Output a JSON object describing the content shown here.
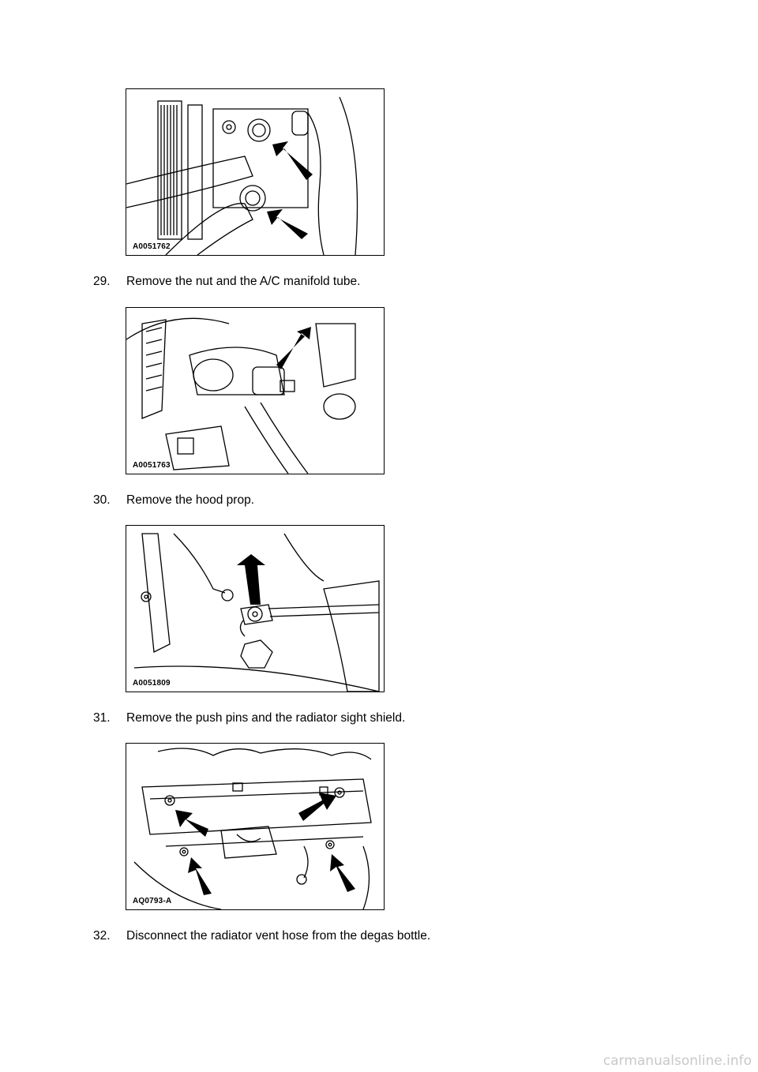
{
  "figures": [
    {
      "id": "A0051762"
    },
    {
      "id": "A0051763"
    },
    {
      "id": "A0051809"
    },
    {
      "id": "AQ0793-A"
    }
  ],
  "steps": [
    {
      "number": "29.",
      "text": "Remove the nut and the A/C manifold tube."
    },
    {
      "number": "30.",
      "text": "Remove the hood prop."
    },
    {
      "number": "31.",
      "text": "Remove the push pins and the radiator sight shield."
    },
    {
      "number": "32.",
      "text": "Disconnect the radiator vent hose from the degas bottle."
    }
  ],
  "footer": {
    "watermark": "carmanualsonline.info"
  }
}
